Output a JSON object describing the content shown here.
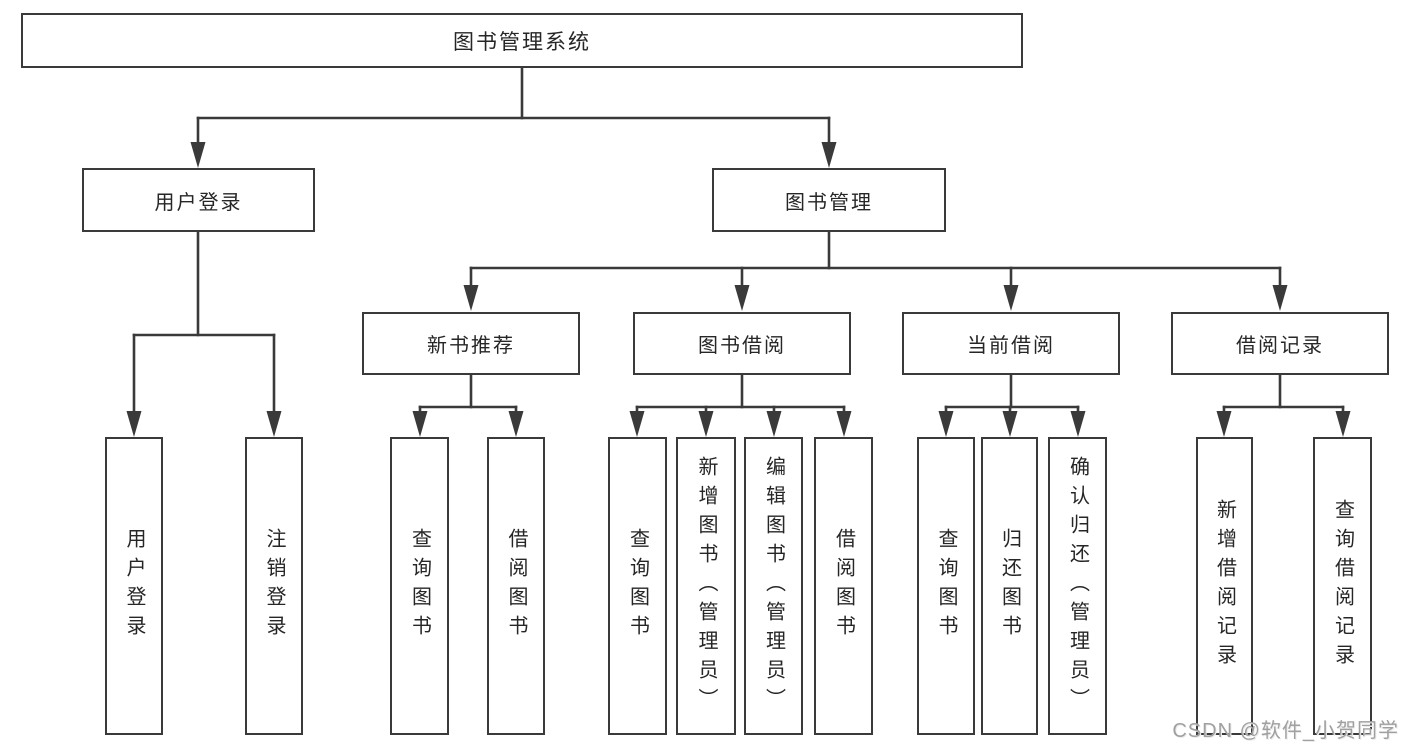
{
  "colors": {
    "background": "#ffffff",
    "line": "#3a3a3a",
    "box_border": "#3a3a3a",
    "text": "#262626",
    "watermark": "#a0a0a0"
  },
  "root": {
    "label": "图书管理系统"
  },
  "level1": [
    {
      "label": "用户登录"
    },
    {
      "label": "图书管理"
    }
  ],
  "level2": [
    {
      "label": "新书推荐",
      "parent": "图书管理"
    },
    {
      "label": "图书借阅",
      "parent": "图书管理"
    },
    {
      "label": "当前借阅",
      "parent": "图书管理"
    },
    {
      "label": "借阅记录",
      "parent": "图书管理"
    }
  ],
  "leaves": [
    {
      "label": "用户登录",
      "parent": "用户登录"
    },
    {
      "label": "注销登录",
      "parent": "用户登录"
    },
    {
      "label": "查询图书",
      "parent": "新书推荐"
    },
    {
      "label": "借阅图书",
      "parent": "新书推荐"
    },
    {
      "label": "查询图书",
      "parent": "图书借阅"
    },
    {
      "label": "新增图书（管理员）",
      "parent": "图书借阅"
    },
    {
      "label": "编辑图书（管理员）",
      "parent": "图书借阅"
    },
    {
      "label": "借阅图书",
      "parent": "图书借阅"
    },
    {
      "label": "查询图书",
      "parent": "当前借阅"
    },
    {
      "label": "归还图书",
      "parent": "当前借阅"
    },
    {
      "label": "确认归还（管理员）",
      "parent": "当前借阅"
    },
    {
      "label": "新增借阅记录",
      "parent": "借阅记录"
    },
    {
      "label": "查询借阅记录",
      "parent": "借阅记录"
    }
  ],
  "watermark": {
    "text": "CSDN @软件_小贺同学"
  }
}
